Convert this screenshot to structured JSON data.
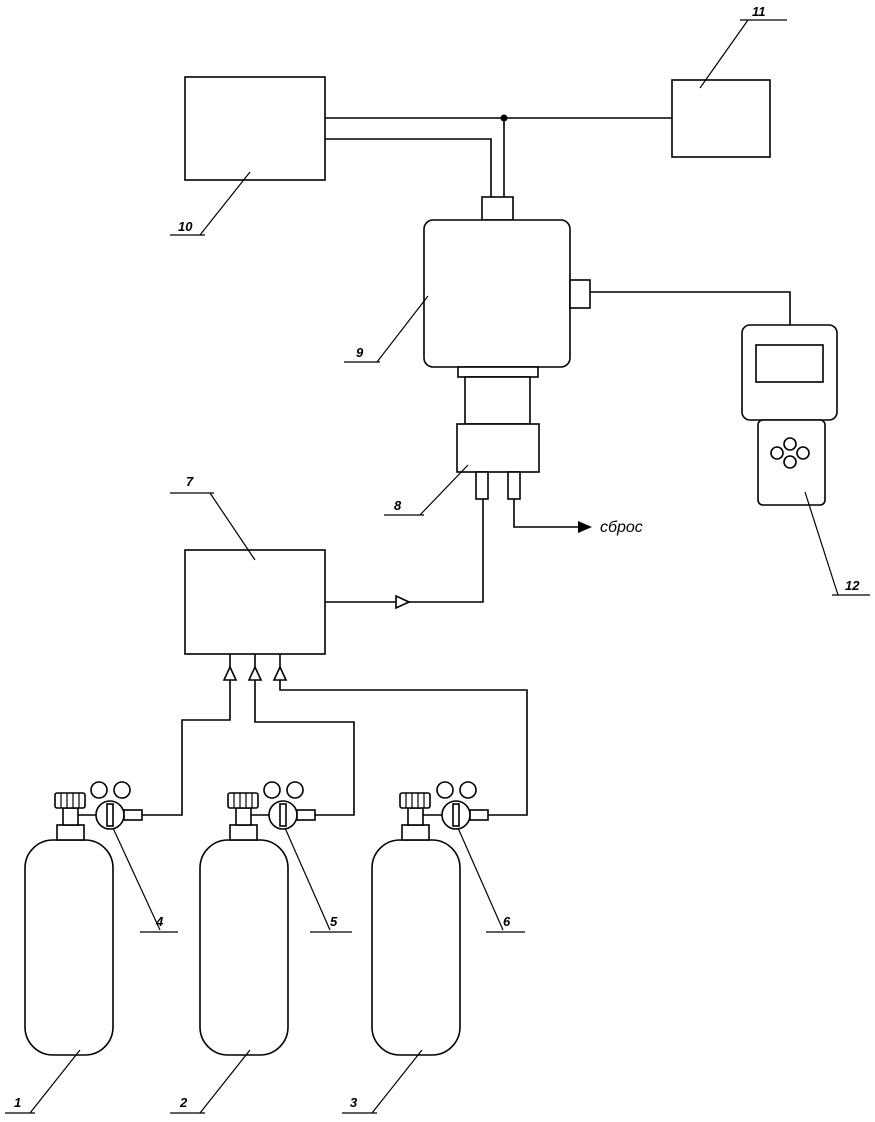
{
  "labels": {
    "cyl1": "1",
    "cyl2": "2",
    "cyl3": "3",
    "reg4": "4",
    "reg5": "5",
    "reg6": "6",
    "mixer7": "7",
    "head8": "8",
    "unit9": "9",
    "box10": "10",
    "box11": "11",
    "device12": "12"
  },
  "annotations": {
    "exhaust": "сброс"
  },
  "colors": {
    "line": "#000000",
    "background": "#ffffff"
  }
}
